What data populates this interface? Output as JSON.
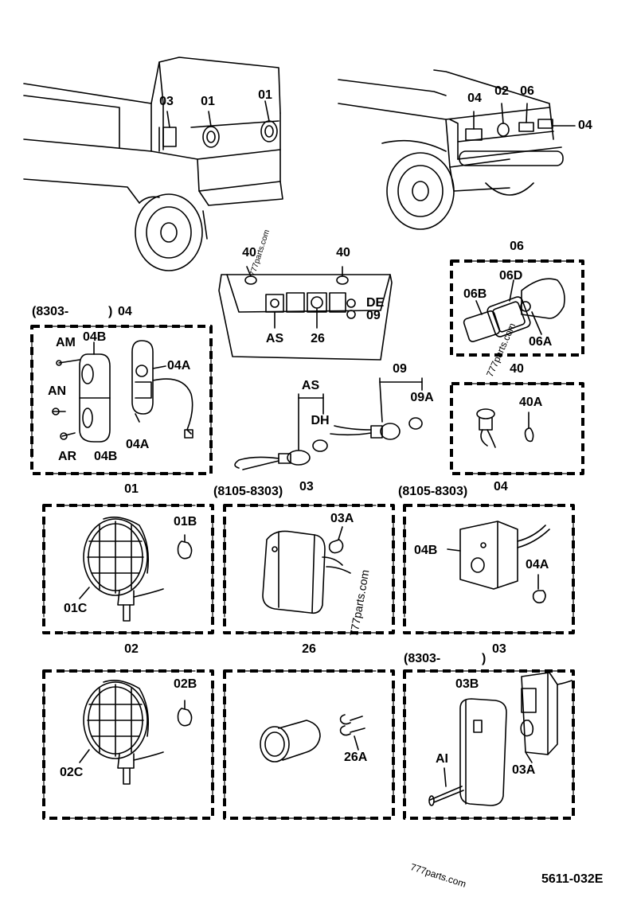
{
  "drawing_code": "5611-032E",
  "watermark": "777parts.com",
  "top": {
    "front": [
      "03",
      "01",
      "01"
    ],
    "rear": [
      "04",
      "02",
      "06",
      "04"
    ]
  },
  "dashboard": {
    "labels": [
      "40",
      "40",
      "DE",
      "09",
      "AS",
      "26"
    ]
  },
  "callouts": {
    "as_group": [
      "AS",
      "DH"
    ],
    "c09_group": [
      "09",
      "09A"
    ]
  },
  "boxes": {
    "b04a": {
      "prefix": "(8303-",
      "close": ")",
      "num": "04",
      "parts": [
        "AM",
        "04B",
        "04A",
        "AN",
        "04A",
        "AR",
        "04B"
      ]
    },
    "b06": {
      "num": "06",
      "parts": [
        "06D",
        "06B",
        "06A"
      ]
    },
    "b40": {
      "num": "40",
      "parts": [
        "40A"
      ]
    },
    "b01": {
      "num": "01",
      "parts": [
        "01B",
        "01C"
      ]
    },
    "b03a": {
      "prefix": "(8105-8303)",
      "num": "03",
      "parts": [
        "03A"
      ]
    },
    "b04b": {
      "prefix": "(8105-8303)",
      "num": "04",
      "parts": [
        "04B",
        "04A"
      ]
    },
    "b02": {
      "num": "02",
      "parts": [
        "02B",
        "02C"
      ]
    },
    "b26": {
      "num": "26",
      "parts": [
        "26A"
      ]
    },
    "b03b": {
      "prefix": "(8303-",
      "close": ")",
      "num": "03",
      "parts": [
        "03B",
        "AI",
        "03A"
      ]
    }
  }
}
